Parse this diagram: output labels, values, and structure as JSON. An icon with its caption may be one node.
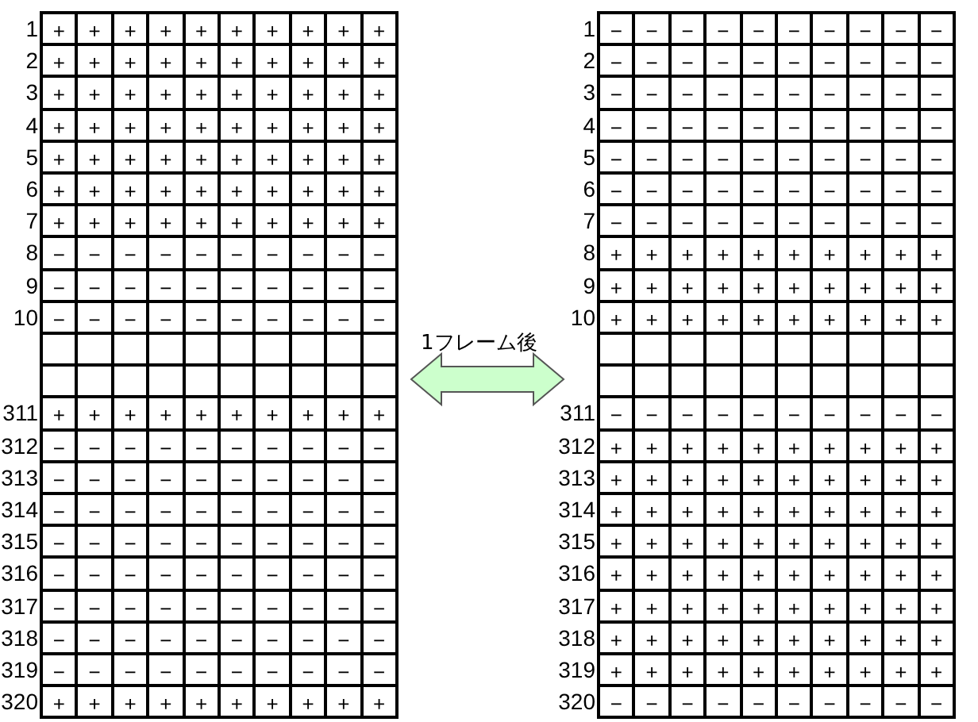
{
  "diagram": {
    "labels": [
      "1",
      "+",
      "+",
      "+",
      "+",
      "+",
      "+",
      "+",
      "+",
      "+",
      "+",
      "2",
      "+",
      "+",
      "+",
      "+",
      "+",
      "+",
      "+",
      "+",
      "+",
      "+",
      "3",
      "+",
      "+",
      "+",
      "+",
      "+",
      "+",
      "+",
      "+",
      "+",
      "+",
      "4",
      "+",
      "+",
      "+",
      "+",
      "+",
      "+",
      "+",
      "+",
      "+",
      "+",
      "5",
      "+",
      "+",
      "+",
      "+",
      "+",
      "+",
      "+",
      "+",
      "+",
      "+",
      "6",
      "+",
      "+",
      "+",
      "+",
      "+",
      "+",
      "+",
      "+",
      "+",
      "+",
      "7",
      "+",
      "+",
      "+",
      "+",
      "+",
      "+",
      "+",
      "+",
      "+",
      "+",
      "8",
      "−",
      "−",
      "−",
      "−",
      "−",
      "−",
      "−",
      "−",
      "−",
      "−",
      "9",
      "−",
      "−",
      "−",
      "−",
      "−",
      "−",
      "−",
      "−",
      "−",
      "−",
      "10",
      "−",
      "−",
      "−",
      "−",
      "−",
      "−",
      "−",
      "−",
      "−",
      "−",
      "311",
      "+",
      "+",
      "+",
      "+",
      "+",
      "+",
      "+",
      "+",
      "+",
      "+",
      "312",
      "−",
      "−",
      "−",
      "−",
      "−",
      "−",
      "−",
      "−",
      "−",
      "−",
      "313",
      "−",
      "−",
      "−",
      "−",
      "−",
      "−",
      "−",
      "−",
      "−",
      "−",
      "314",
      "−",
      "−",
      "−",
      "−",
      "−",
      "−",
      "−",
      "−",
      "−",
      "−",
      "315",
      "−",
      "−",
      "−",
      "−",
      "−",
      "−",
      "−",
      "−",
      "−",
      "−",
      "316",
      "−",
      "−",
      "−",
      "−",
      "−",
      "−",
      "−",
      "−",
      "−",
      "−",
      "317",
      "−",
      "−",
      "−",
      "−",
      "−",
      "−",
      "−",
      "−",
      "−",
      "−",
      "318",
      "−",
      "−",
      "−",
      "−",
      "−",
      "−",
      "−",
      "−",
      "−",
      "−",
      "319",
      "−",
      "−",
      "−",
      "−",
      "−",
      "−",
      "−",
      "−",
      "−",
      "−",
      "320",
      "+",
      "+",
      "+",
      "+",
      "+",
      "+",
      "+",
      "+",
      "+",
      "+",
      "1フレーム後",
      "1",
      "−",
      "−",
      "−",
      "−",
      "−",
      "−",
      "−",
      "−",
      "−",
      "−",
      "2",
      "−",
      "−",
      "−",
      "−",
      "−",
      "−",
      "−",
      "−",
      "−",
      "−",
      "3",
      "−",
      "−",
      "−",
      "−",
      "−",
      "−",
      "−",
      "−",
      "−",
      "−",
      "4",
      "−",
      "−",
      "−",
      "−",
      "−",
      "−",
      "−",
      "−",
      "−",
      "−",
      "5",
      "−",
      "−",
      "−",
      "−",
      "−",
      "−",
      "−",
      "−",
      "−",
      "−",
      "6",
      "−",
      "−",
      "−",
      "−",
      "−",
      "−",
      "−",
      "−",
      "−",
      "−",
      "7",
      "−",
      "−",
      "−",
      "−",
      "−",
      "−",
      "−",
      "−",
      "−",
      "−",
      "8",
      "+",
      "+",
      "+",
      "+",
      "+",
      "+",
      "+",
      "+",
      "+",
      "+",
      "9",
      "+",
      "+",
      "+",
      "+",
      "+",
      "+",
      "+",
      "+",
      "+",
      "+",
      "10",
      "+",
      "+",
      "+",
      "+",
      "+",
      "+",
      "+",
      "+",
      "+",
      "+",
      "311",
      "−",
      "−",
      "−",
      "−",
      "−",
      "−",
      "−",
      "−",
      "−",
      "−",
      "312",
      "+",
      "+",
      "+",
      "+",
      "+",
      "+",
      "+",
      "+",
      "+",
      "+",
      "313",
      "+",
      "+",
      "+",
      "+",
      "+",
      "+",
      "+",
      "+",
      "+",
      "+",
      "314",
      "+",
      "+",
      "+",
      "+",
      "+",
      "+",
      "+",
      "+",
      "+",
      "+",
      "315",
      "+",
      "+",
      "+",
      "+",
      "+",
      "+",
      "+",
      "+",
      "+",
      "+",
      "316",
      "+",
      "+",
      "+",
      "+",
      "+",
      "+",
      "+",
      "+",
      "+",
      "+",
      "317",
      "+",
      "+",
      "+",
      "+",
      "+",
      "+",
      "+",
      "+",
      "+",
      "+",
      "318",
      "+",
      "+",
      "+",
      "+",
      "+",
      "+",
      "+",
      "+",
      "+",
      "+",
      "319",
      "+",
      "+",
      "+",
      "+",
      "+",
      "+",
      "+",
      "+",
      "+",
      "+",
      "320",
      "−",
      "−",
      "−",
      "−",
      "−",
      "−",
      "−",
      "−",
      "−",
      "−"
    ]
  }
}
